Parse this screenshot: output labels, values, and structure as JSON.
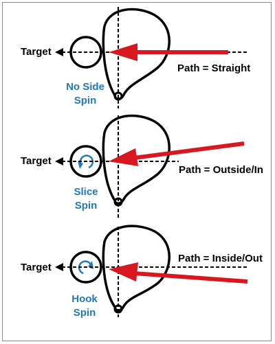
{
  "colors": {
    "arrow": "#d8171e",
    "spin_label": "#1e7ab8",
    "spin_icon": "#1e7ab8",
    "ink": "#000000"
  },
  "panels": [
    {
      "target_label": "Target",
      "path_label": "Path = Straight",
      "spin_line1": "No Side",
      "spin_line2": "Spin",
      "spin_icon": "none",
      "arrow": "straight"
    },
    {
      "target_label": "Target",
      "path_label": "Path = Outside/In",
      "spin_line1": "Slice",
      "spin_line2": "Spin",
      "spin_icon": "clockwise-spin-icon",
      "arrow": "outside-in"
    },
    {
      "target_label": "Target",
      "path_label": "Path = Inside/Out",
      "spin_line1": "Hook",
      "spin_line2": "Spin",
      "spin_icon": "counterclockwise-spin-icon",
      "arrow": "inside-out"
    }
  ]
}
